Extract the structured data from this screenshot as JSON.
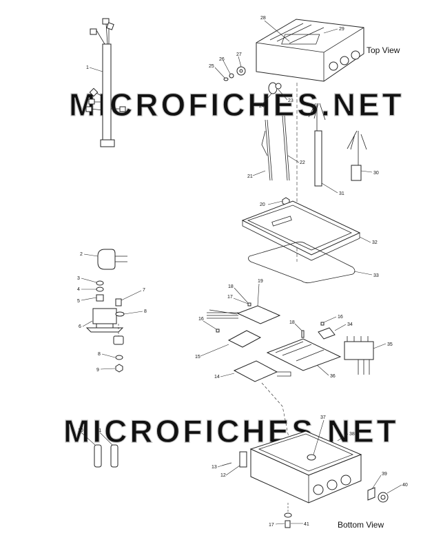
{
  "views": {
    "top": "Top View",
    "bottom": "Bottom View"
  },
  "watermark": "MICROFICHES.NET",
  "colors": {
    "line": "#222222",
    "watermark": "#c8c8c8",
    "background": "#ffffff"
  },
  "callouts": [
    "1",
    "2",
    "3",
    "4",
    "5",
    "6",
    "7",
    "8",
    "8",
    "9",
    "10",
    "11",
    "12",
    "13",
    "14",
    "15",
    "16",
    "16",
    "17",
    "17",
    "18",
    "18",
    "19",
    "20",
    "21",
    "22",
    "23",
    "24",
    "25",
    "26",
    "27",
    "28",
    "29",
    "30",
    "31",
    "32",
    "33",
    "34",
    "35",
    "36",
    "37",
    "38",
    "39",
    "40",
    "41"
  ]
}
